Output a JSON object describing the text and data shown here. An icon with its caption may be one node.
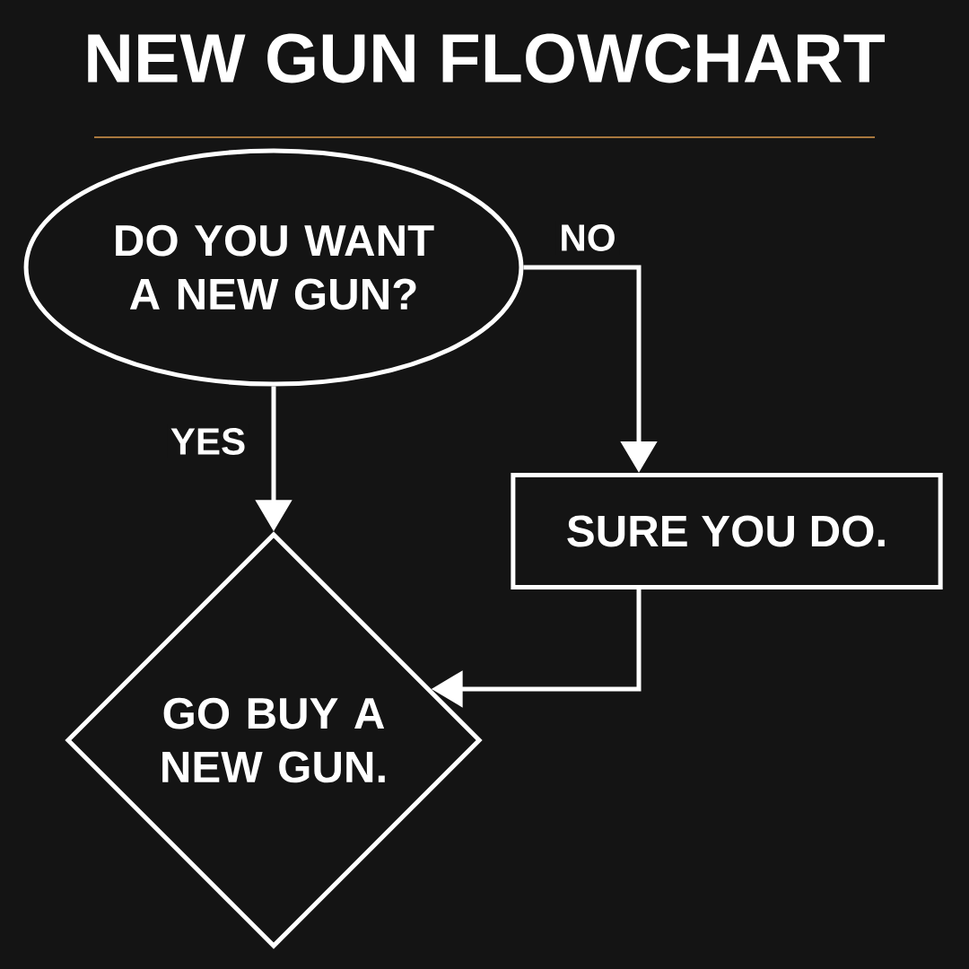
{
  "diagram": {
    "title": "NEW GUN FLOWCHART",
    "nodes": [
      {
        "text": [
          "DO YOU WANT A NEW GUN?"
        ]
      },
      {
        "text": [
          "SURE YOU DO."
        ]
      },
      {
        "text": [
          "GO BUY A NEW GUN."
        ]
      }
    ],
    "edges": [
      {
        "from": 0,
        "to": 2,
        "arrow": "to",
        "label": "YES"
      },
      {
        "from": 0,
        "to": 1,
        "arrow": "to",
        "label": "NO"
      },
      {
        "from": 1,
        "to": 2,
        "arrow": "to"
      }
    ]
  }
}
